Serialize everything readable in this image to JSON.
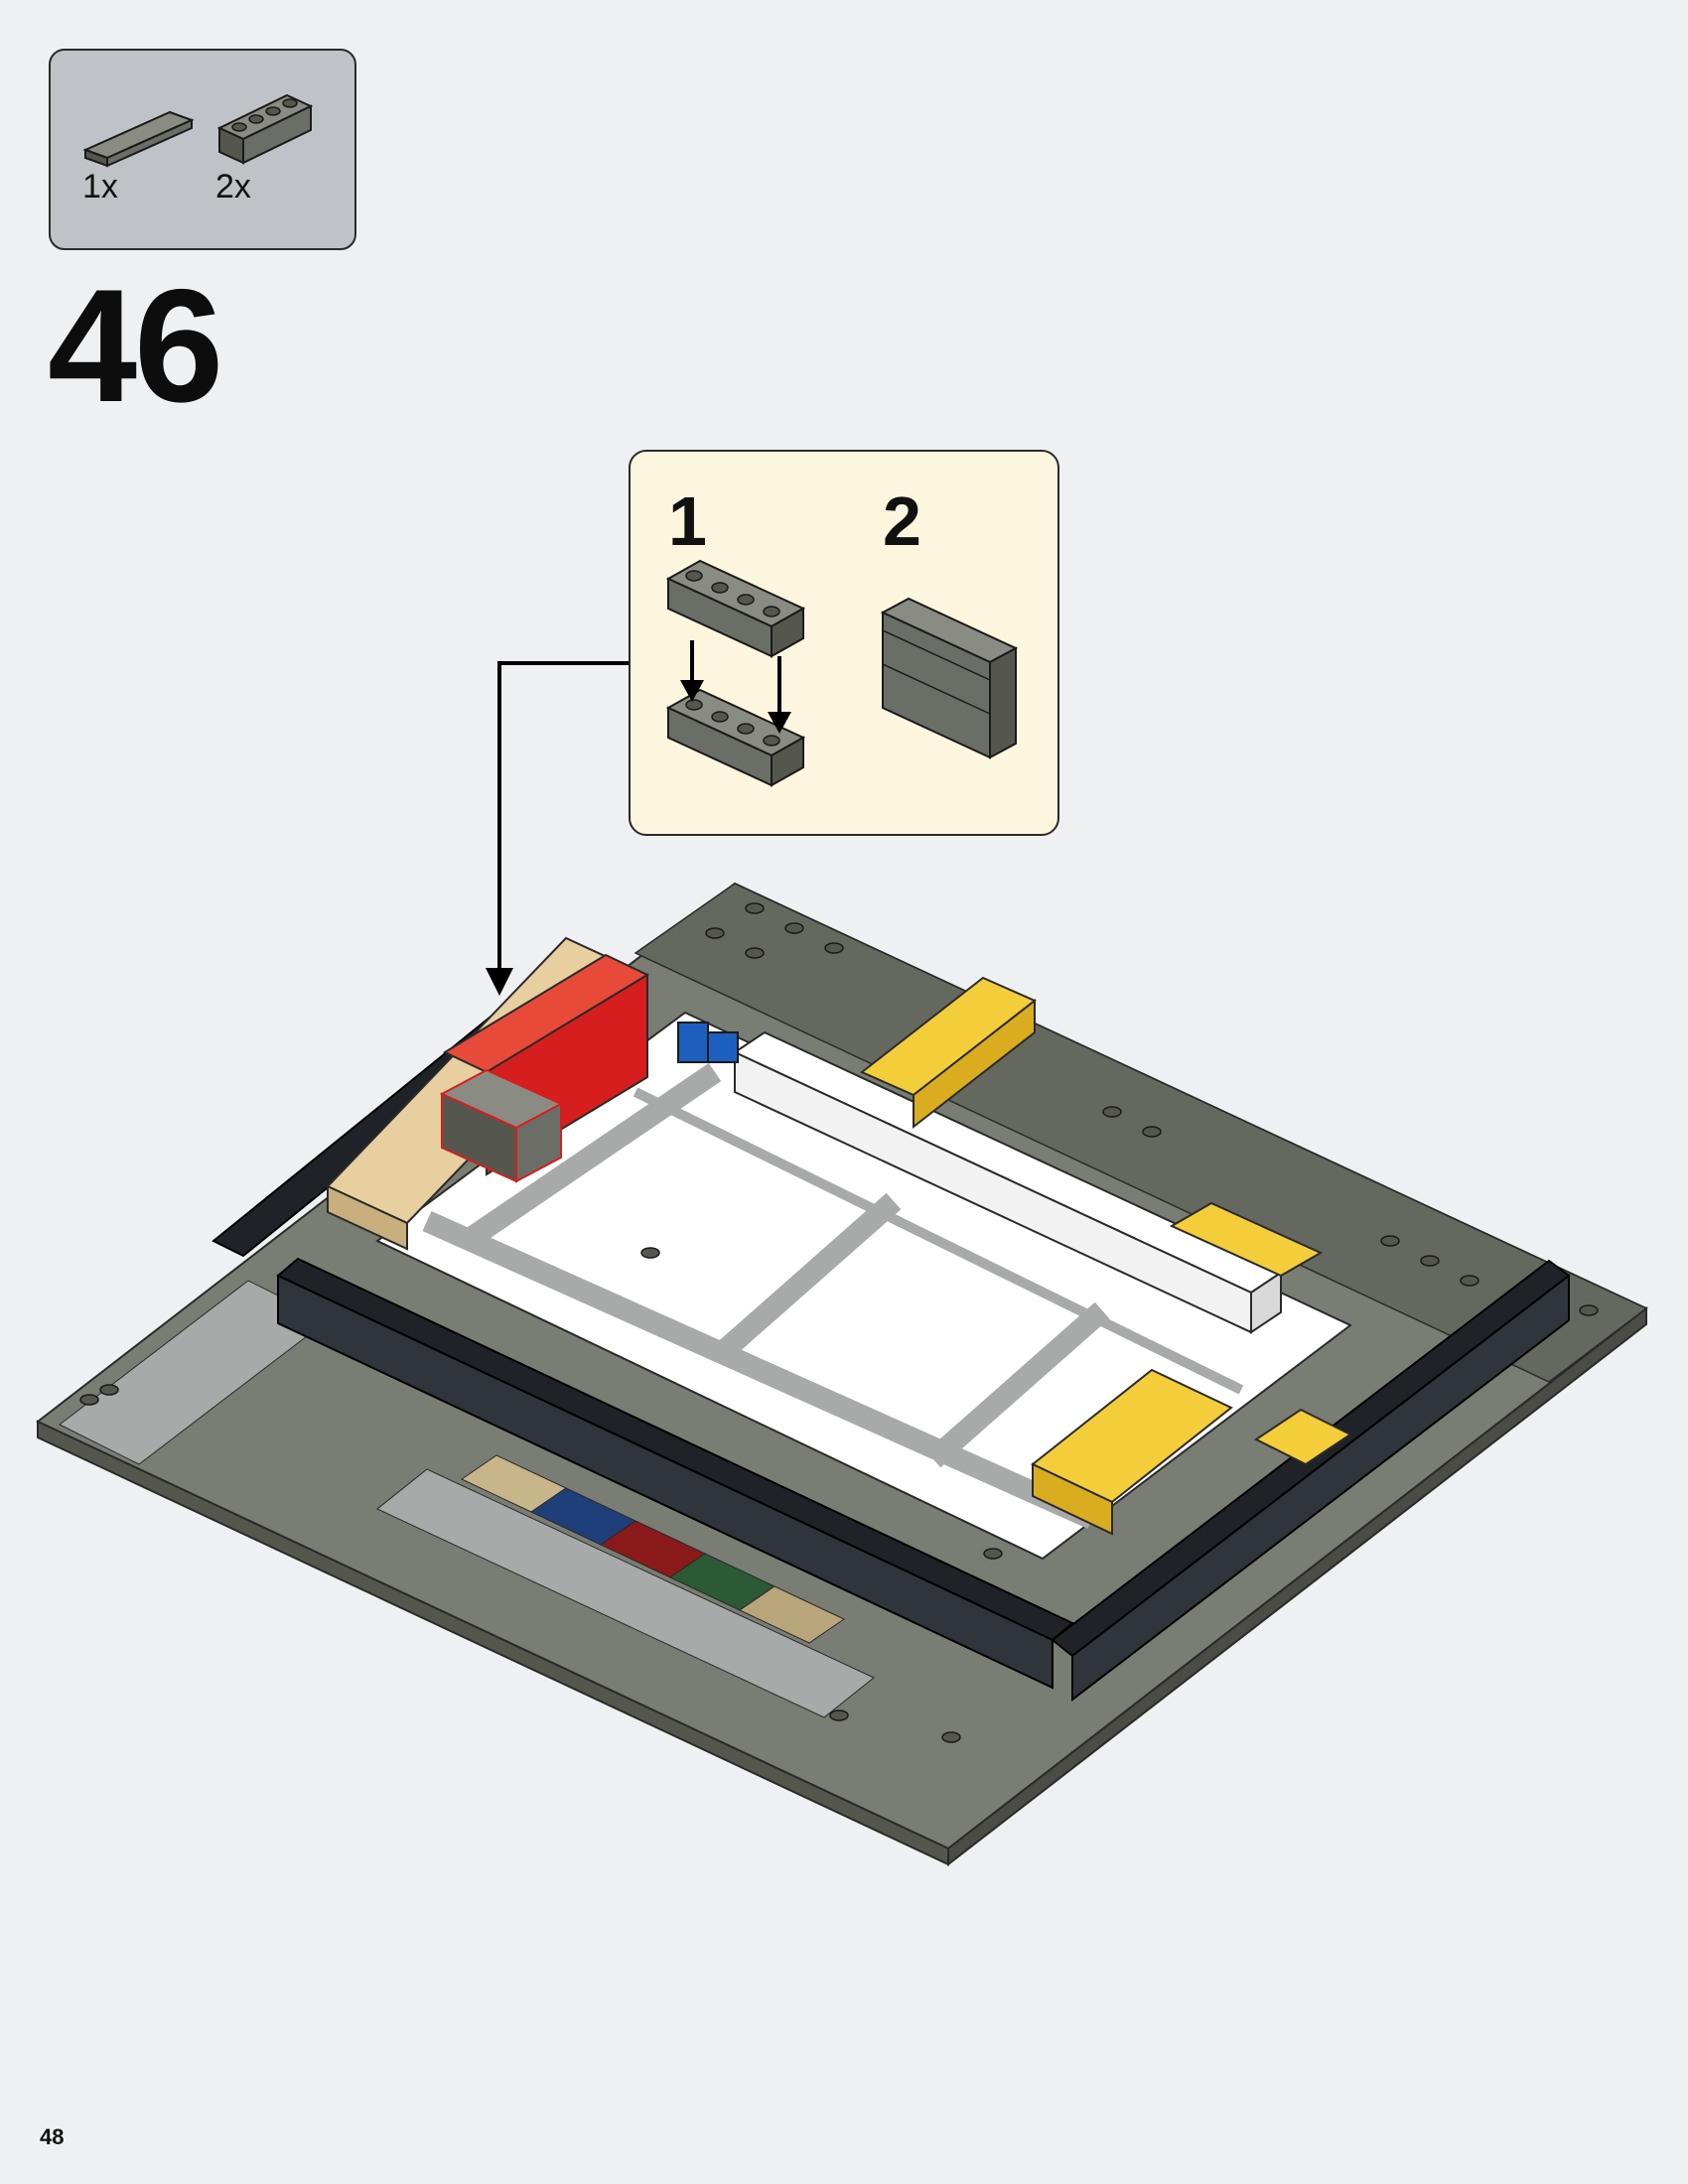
{
  "parts_list": {
    "items": [
      {
        "quantity": "1x",
        "part": "dark-gray-tile-1x4-icon"
      },
      {
        "quantity": "2x",
        "part": "dark-gray-brick-1x4-icon"
      }
    ]
  },
  "step": {
    "number": "46"
  },
  "callout": {
    "substeps": [
      {
        "number": "1"
      },
      {
        "number": "2"
      }
    ]
  },
  "colors": {
    "background": "#eef0f2",
    "parts_box": "#bfc3c7",
    "callout_box": "#fdf6de",
    "dark_gray": "#6b6e66",
    "black": "#1f2328",
    "tan": "#e8cfa0",
    "red": "#d61e1e",
    "yellow": "#f4cd3a",
    "blue": "#1d5fbf",
    "white": "#ffffff",
    "light_gray": "#a7aaa8"
  },
  "page": {
    "number": "48"
  }
}
